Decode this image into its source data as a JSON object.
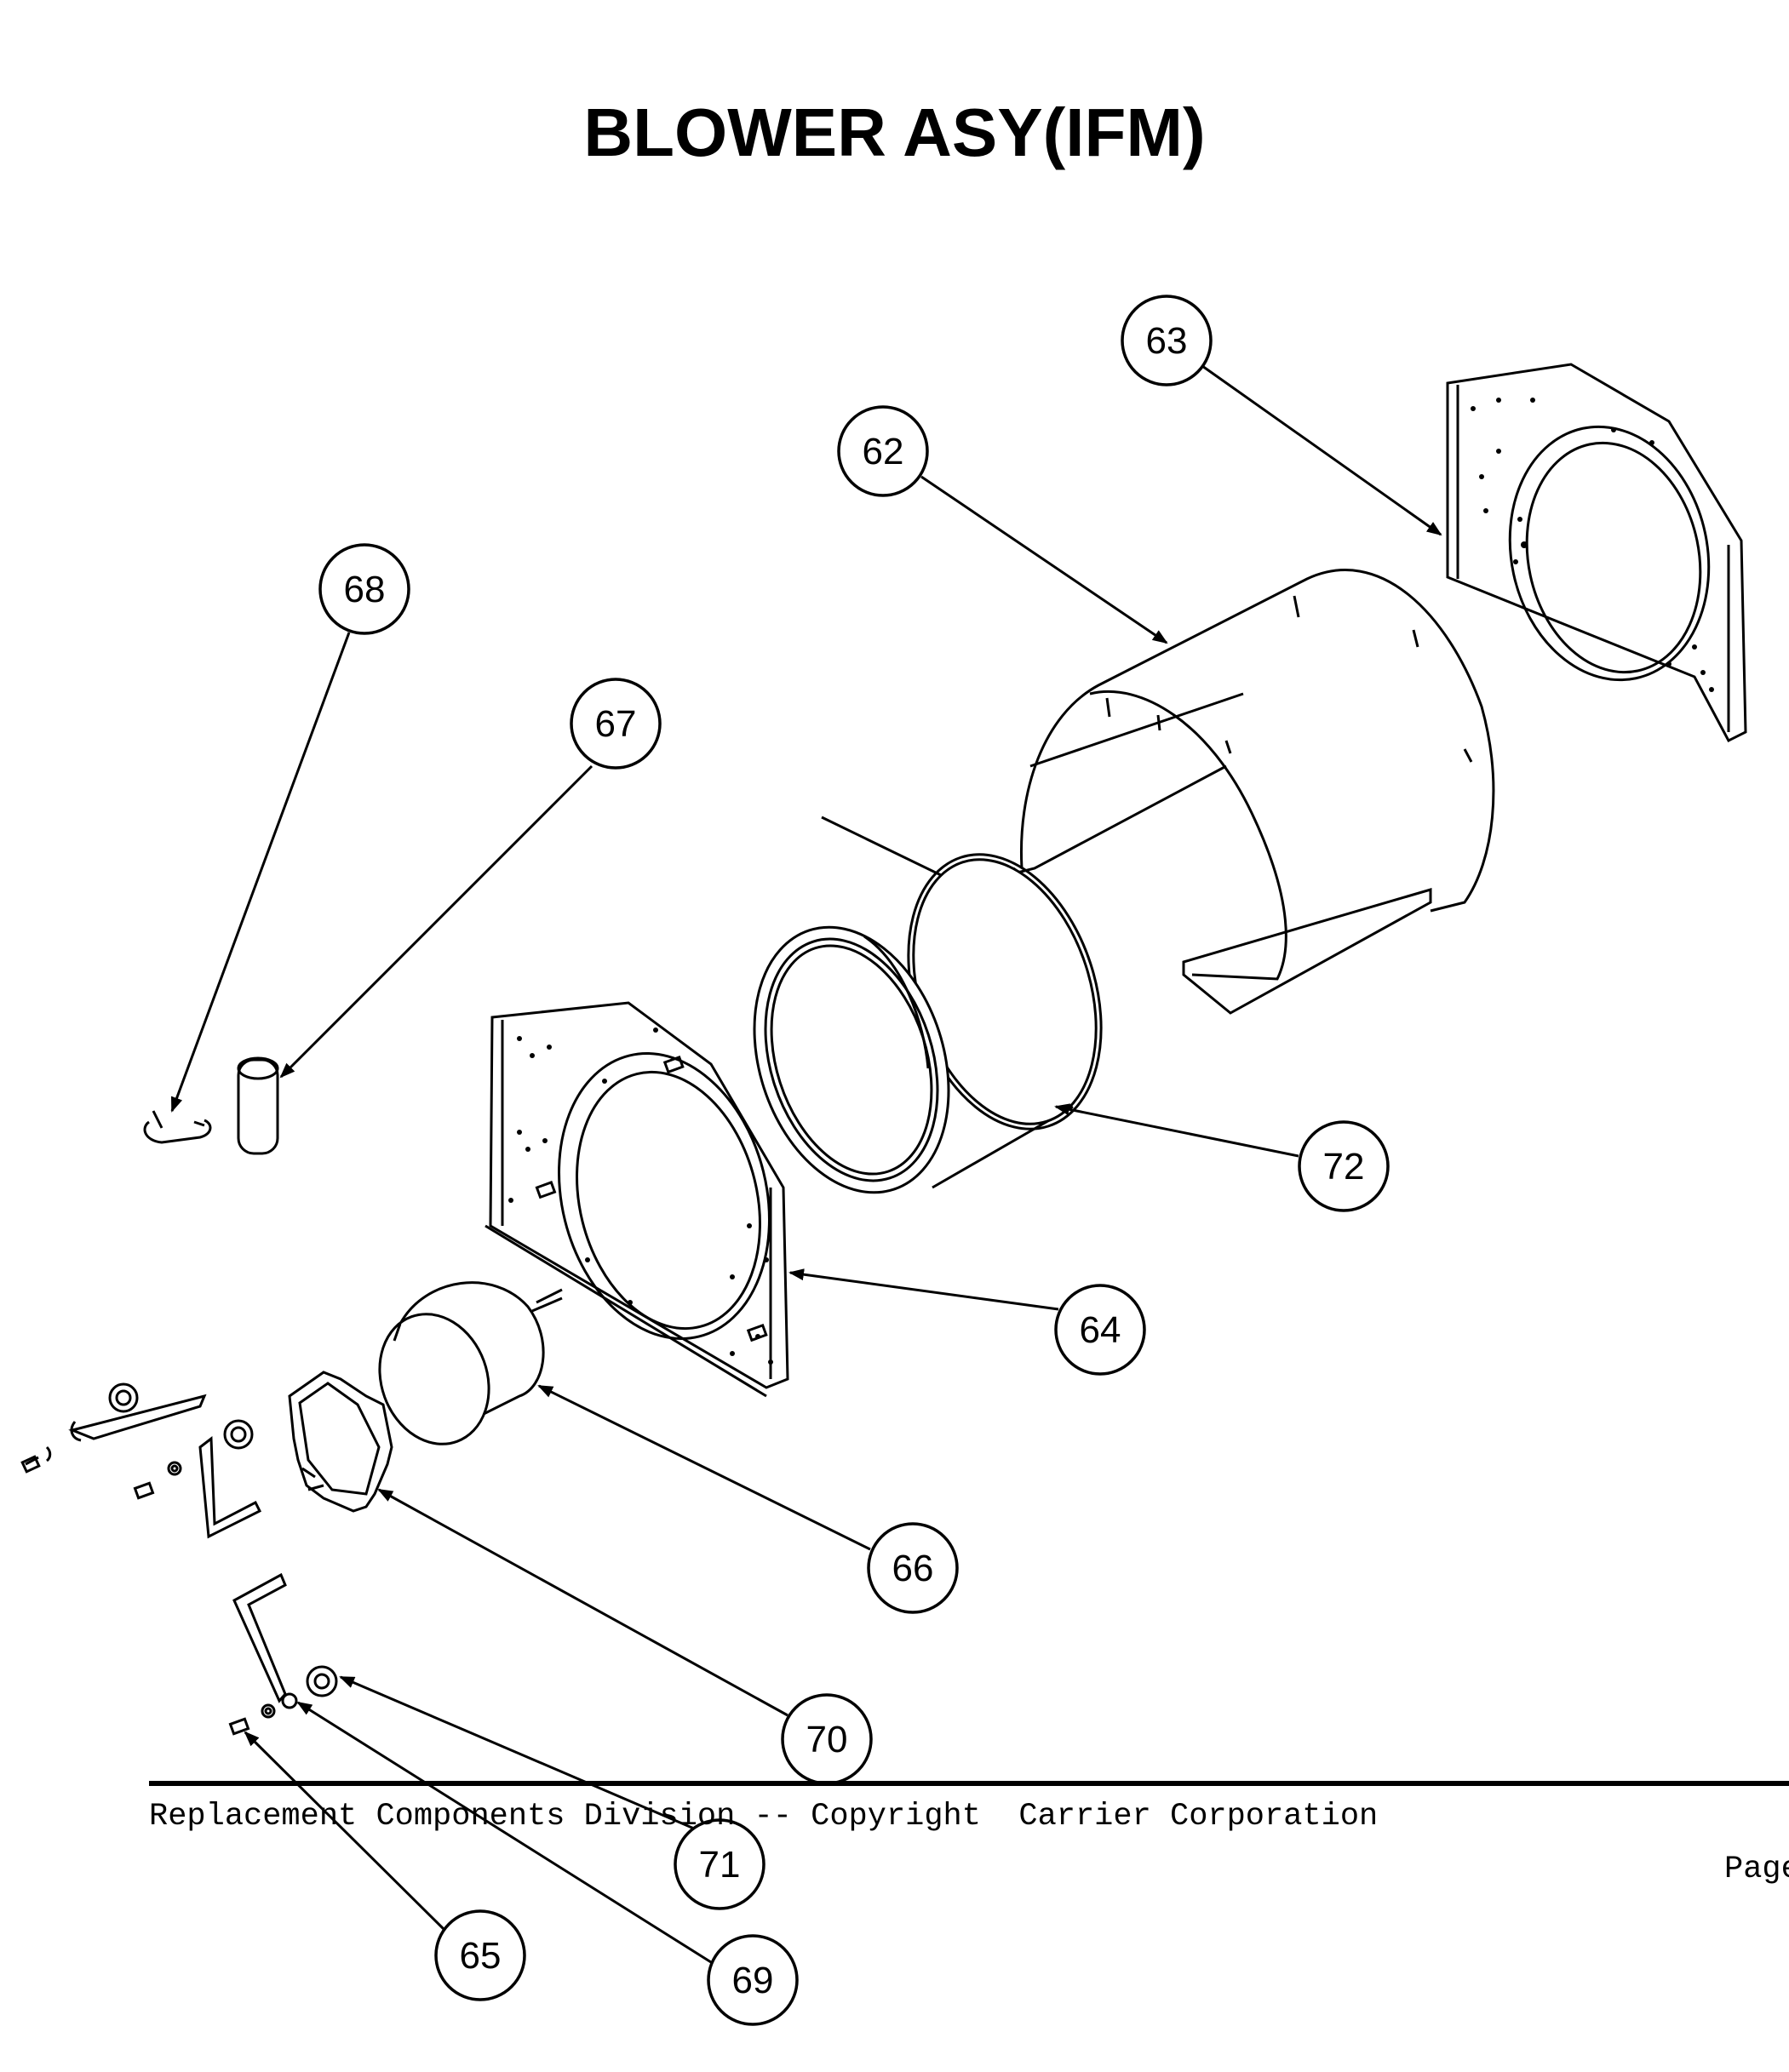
{
  "title": "BLOWER ASY(IFM)",
  "footer": {
    "text": "Replacement Components Division -- Copyright  Carrier Corporation",
    "page_label": "Page"
  },
  "callouts": {
    "c62": "62",
    "c63": "63",
    "c64": "64",
    "c65": "65",
    "c66": "66",
    "c67": "67",
    "c68": "68",
    "c69": "69",
    "c70": "70",
    "c71": "71",
    "c72": "72"
  }
}
